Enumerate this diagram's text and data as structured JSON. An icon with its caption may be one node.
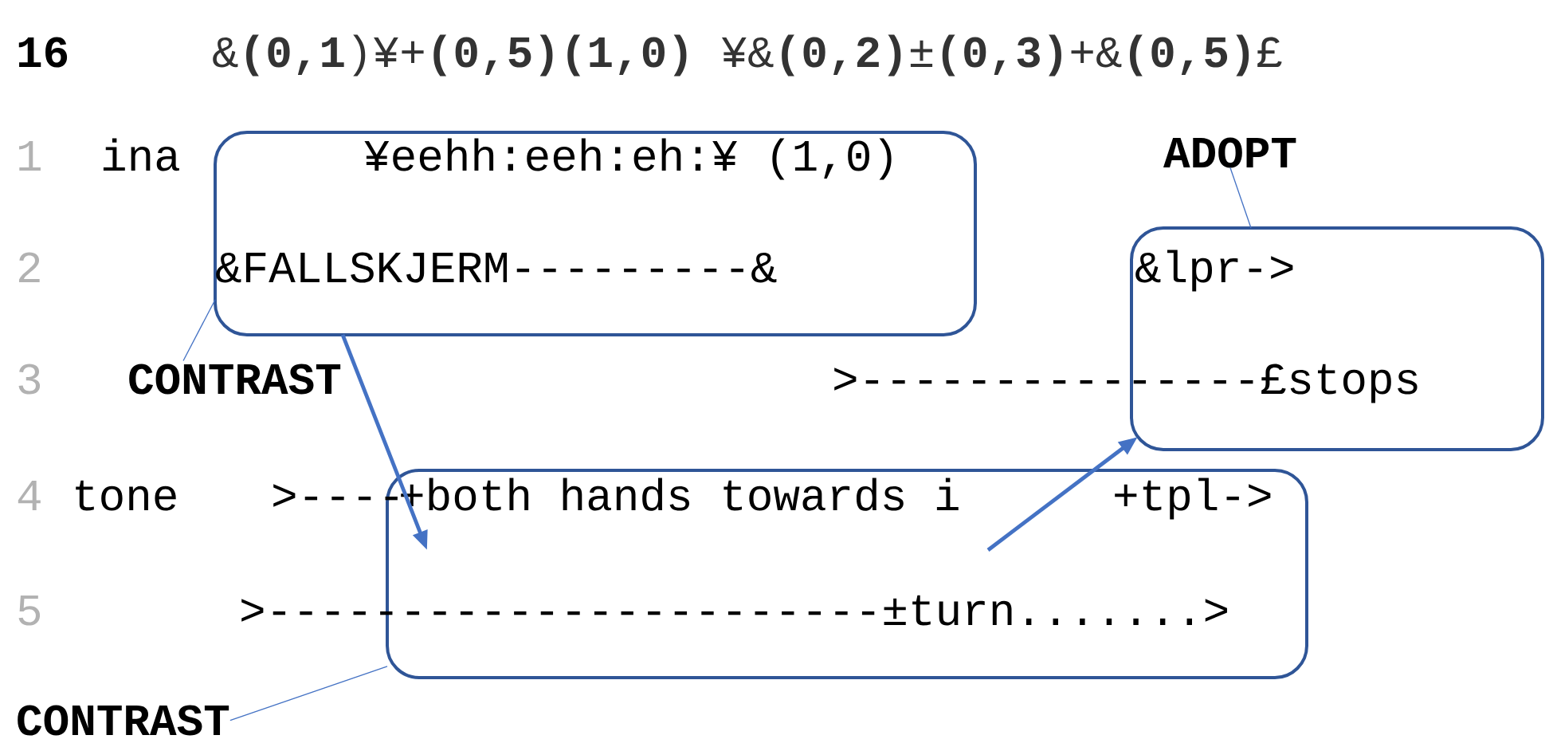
{
  "diagram": {
    "nodes": [
      {
        "text": [
          "¥eehh:eeh:eh:¥ (1,0)",
          "&FALLSKJERM---------&"
        ]
      },
      {
        "text": [
          "ADOPT"
        ]
      },
      {
        "text": [
          "&lpr->"
        ]
      },
      {
        "text": [
          "CONTRAST"
        ]
      },
      {
        "text": [
          "+both hands towards i",
          "+tpl->"
        ]
      },
      {
        "text": [
          "CONTRAST"
        ]
      }
    ],
    "edges": [
      {
        "from": 3,
        "to": 0,
        "arrow": "none"
      },
      {
        "from": 1,
        "to": 2,
        "arrow": "none"
      },
      {
        "from": 0,
        "to": 4,
        "arrow": "to",
        "style": "thick"
      },
      {
        "from": 4,
        "to": 2,
        "arrow": "to",
        "style": "thick"
      },
      {
        "from": 5,
        "to": 4,
        "arrow": "none"
      }
    ],
    "labels": [
      "16",
      "&**(0,1**)¥+**(0,5)(1,0)** ¥&**(0,2)**±**(0,3)**+&**(0,5)**£",
      "1",
      "ina",
      "2",
      "3",
      ">---------------£stops",
      "4",
      "tone",
      ">----",
      "5",
      ">-----------------------±turn.......>"
    ]
  }
}
